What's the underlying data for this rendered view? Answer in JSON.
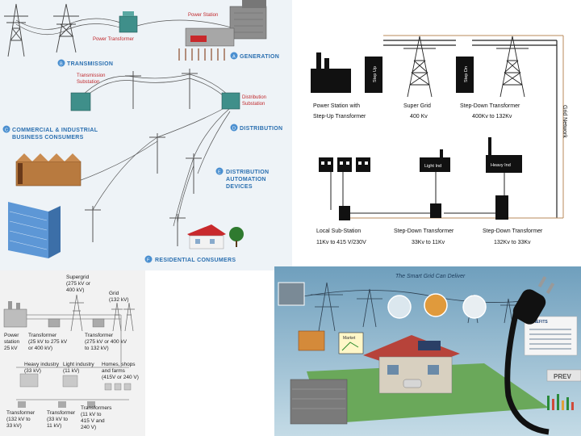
{
  "panel1": {
    "labels": {
      "generation": "GENERATION",
      "transmission": "TRANSMISSION",
      "distribution": "DISTRIBUTION",
      "commercial": "COMMERCIAL & INDUSTRIAL",
      "business": "BUSINESS CONSUMERS",
      "automation1": "DISTRIBUTION",
      "automation2": "AUTOMATION",
      "automation3": "DEVICES",
      "residential": "RESIDENTIAL CONSUMERS",
      "power_station": "Power Station",
      "power_transformer": "Power Transformer",
      "trans_sub1": "Transmission",
      "trans_sub2": "Substation",
      "dist_sub1": "Distribution",
      "dist_sub2": "Substation"
    },
    "badges": {
      "a": "A",
      "b": "B",
      "c": "C",
      "d": "D",
      "e": "E",
      "f": "F"
    }
  },
  "panel2": {
    "step_up": "Step Up",
    "step_dn": "Step Dn",
    "grid_network": "Grid Network",
    "light_ind": "Light Ind",
    "heavy_ind": "Heavy Ind",
    "captions": {
      "c1a": "Power Station with",
      "c1b": "Step-Up Transformer",
      "c2a": "Super Grid",
      "c2b": "400 Kv",
      "c3a": "Step-Down Transformer",
      "c3b": "400Kv to 132Kv",
      "c4a": "Local Sub-Station",
      "c4b": "11Kv to 415 V/230V",
      "c5a": "Step-Down Transformer",
      "c5b": "33Kv to 11Kv",
      "c6a": "Step-Down Transformer",
      "c6b": "132Kv to 33Kv"
    }
  },
  "panel3": {
    "supergrid1": "Supergrid",
    "supergrid2": "(275 kV or",
    "supergrid3": "400 kV)",
    "grid1": "Grid",
    "grid2": "(132 kV)",
    "ps1": "Power",
    "ps2": "station",
    "ps3": "25 kV",
    "t1a": "Transformer",
    "t1b": "(25 kV to 275 kV",
    "t1c": "or 400 kV)",
    "t2a": "Transformer",
    "t2b": "(275 kV or 400 kV",
    "t2c": "to 132 kV)",
    "heavy1": "Heavy industry",
    "heavy2": "(33 kV)",
    "light1": "Light industry",
    "light2": "(11 kV)",
    "homes1": "Homes, shops",
    "homes2": "and farms",
    "homes3": "(415V or 240 V)",
    "t3a": "Transformer",
    "t3b": "(132 kV to",
    "t3c": "33 kV)",
    "t4a": "Transformer",
    "t4b": "(33 kV to",
    "t4c": "11 kV)",
    "t5a": "Transformers",
    "t5b": "(11 kV to",
    "t5c": "415 V and",
    "t5d": "240 V)"
  },
  "panel4": {
    "title": "The Smart Grid Can Deliver",
    "benefits": "BENEFITS",
    "market": "Market",
    "prev": "PREV"
  },
  "colors": {
    "blue_label": "#2a6fb0",
    "badge": "#4a8fd0",
    "roof_red": "#c8292c",
    "smart_bg": "#8fb4c9"
  }
}
